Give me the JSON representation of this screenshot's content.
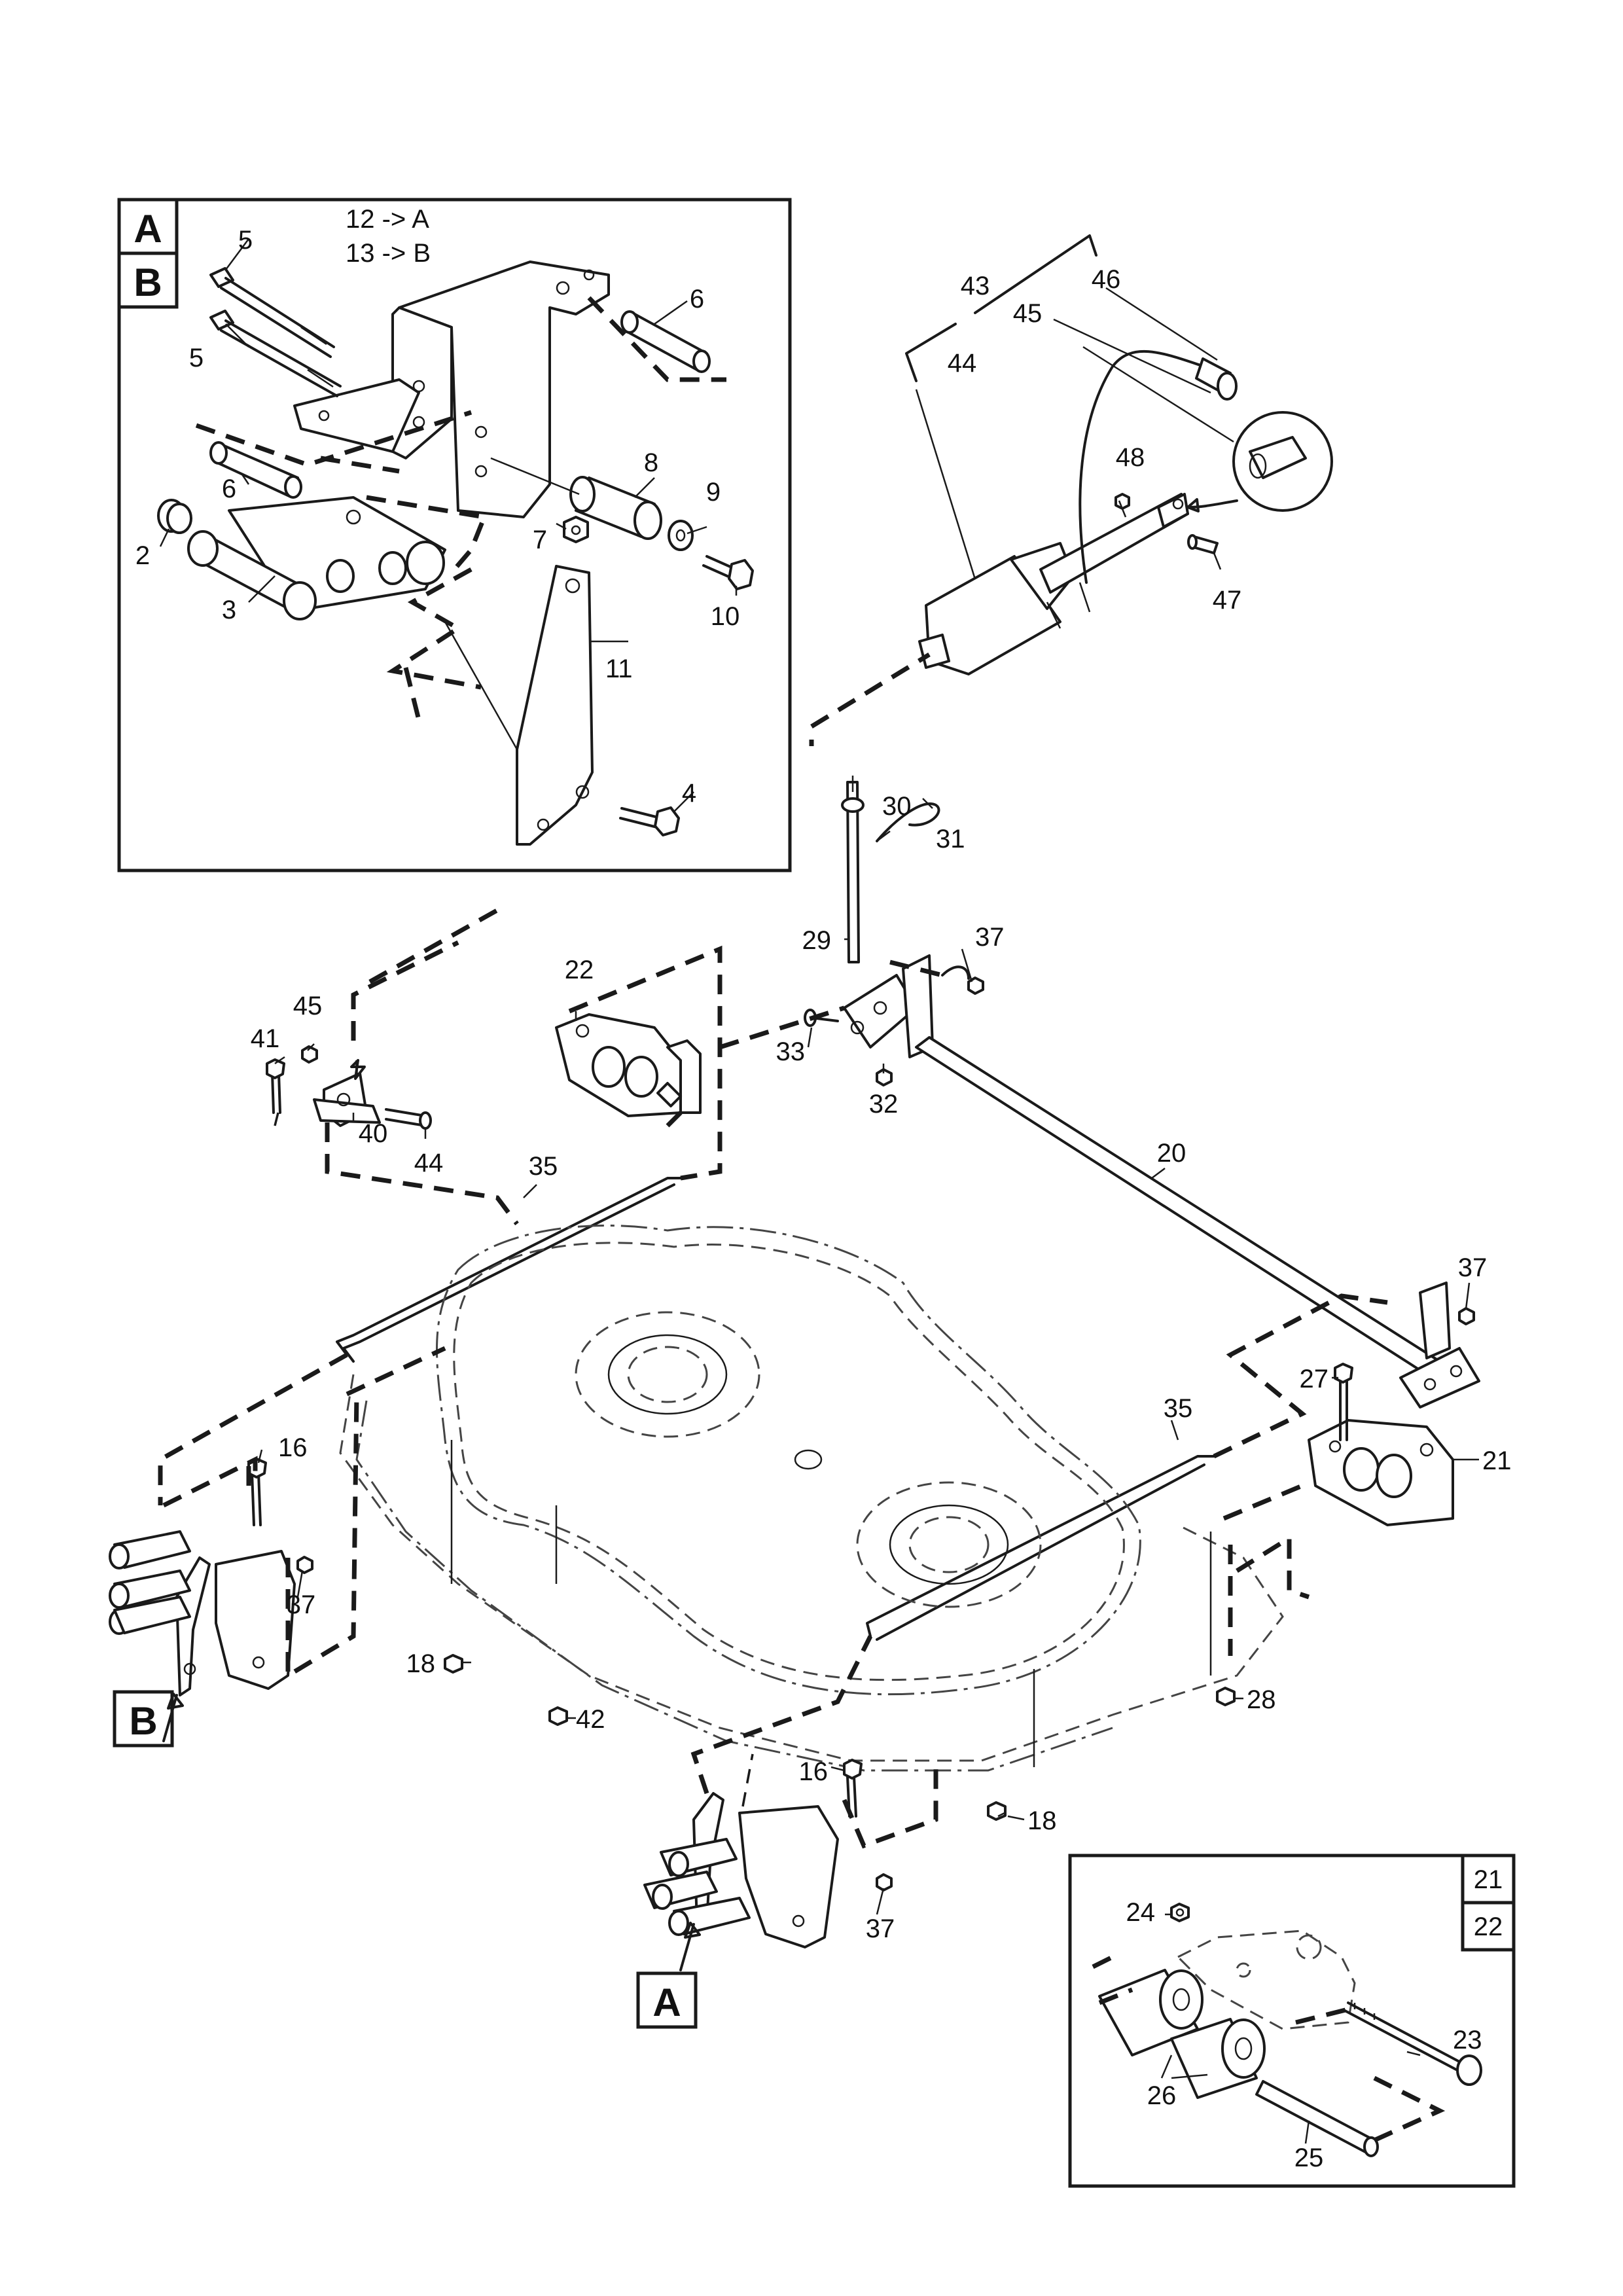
{
  "detail_box_tags": [
    "A",
    "B"
  ],
  "detail_box_note_1": "12 -> A",
  "detail_box_note_2": "13 -> B",
  "callout_tag_a": "A",
  "callout_tag_b": "B",
  "inset_tags": [
    "21",
    "22"
  ],
  "labels": {
    "p2": "2",
    "p3": "3",
    "p4": "4",
    "p5a": "5",
    "p5b": "5",
    "p6a": "6",
    "p6b": "6",
    "p7": "7",
    "p8": "8",
    "p9": "9",
    "p10": "10",
    "p11": "11",
    "p16a": "16",
    "p16b": "16",
    "p18a": "18",
    "p18b": "18",
    "p20": "20",
    "p21": "21",
    "p22": "22",
    "p23": "23",
    "p24": "24",
    "p25": "25",
    "p26": "26",
    "p27": "27",
    "p28": "28",
    "p29": "29",
    "p30": "30",
    "p31": "31",
    "p32": "32",
    "p33": "33",
    "p35a": "35",
    "p35b": "35",
    "p37a": "37",
    "p37b": "37",
    "p37c": "37",
    "p37d": "37",
    "p40": "40",
    "p41": "41",
    "p42": "42",
    "p43": "43",
    "p44a": "44",
    "p44b": "44",
    "p45a": "45",
    "p45b": "45",
    "p46": "46",
    "p47": "47",
    "p48": "48"
  }
}
